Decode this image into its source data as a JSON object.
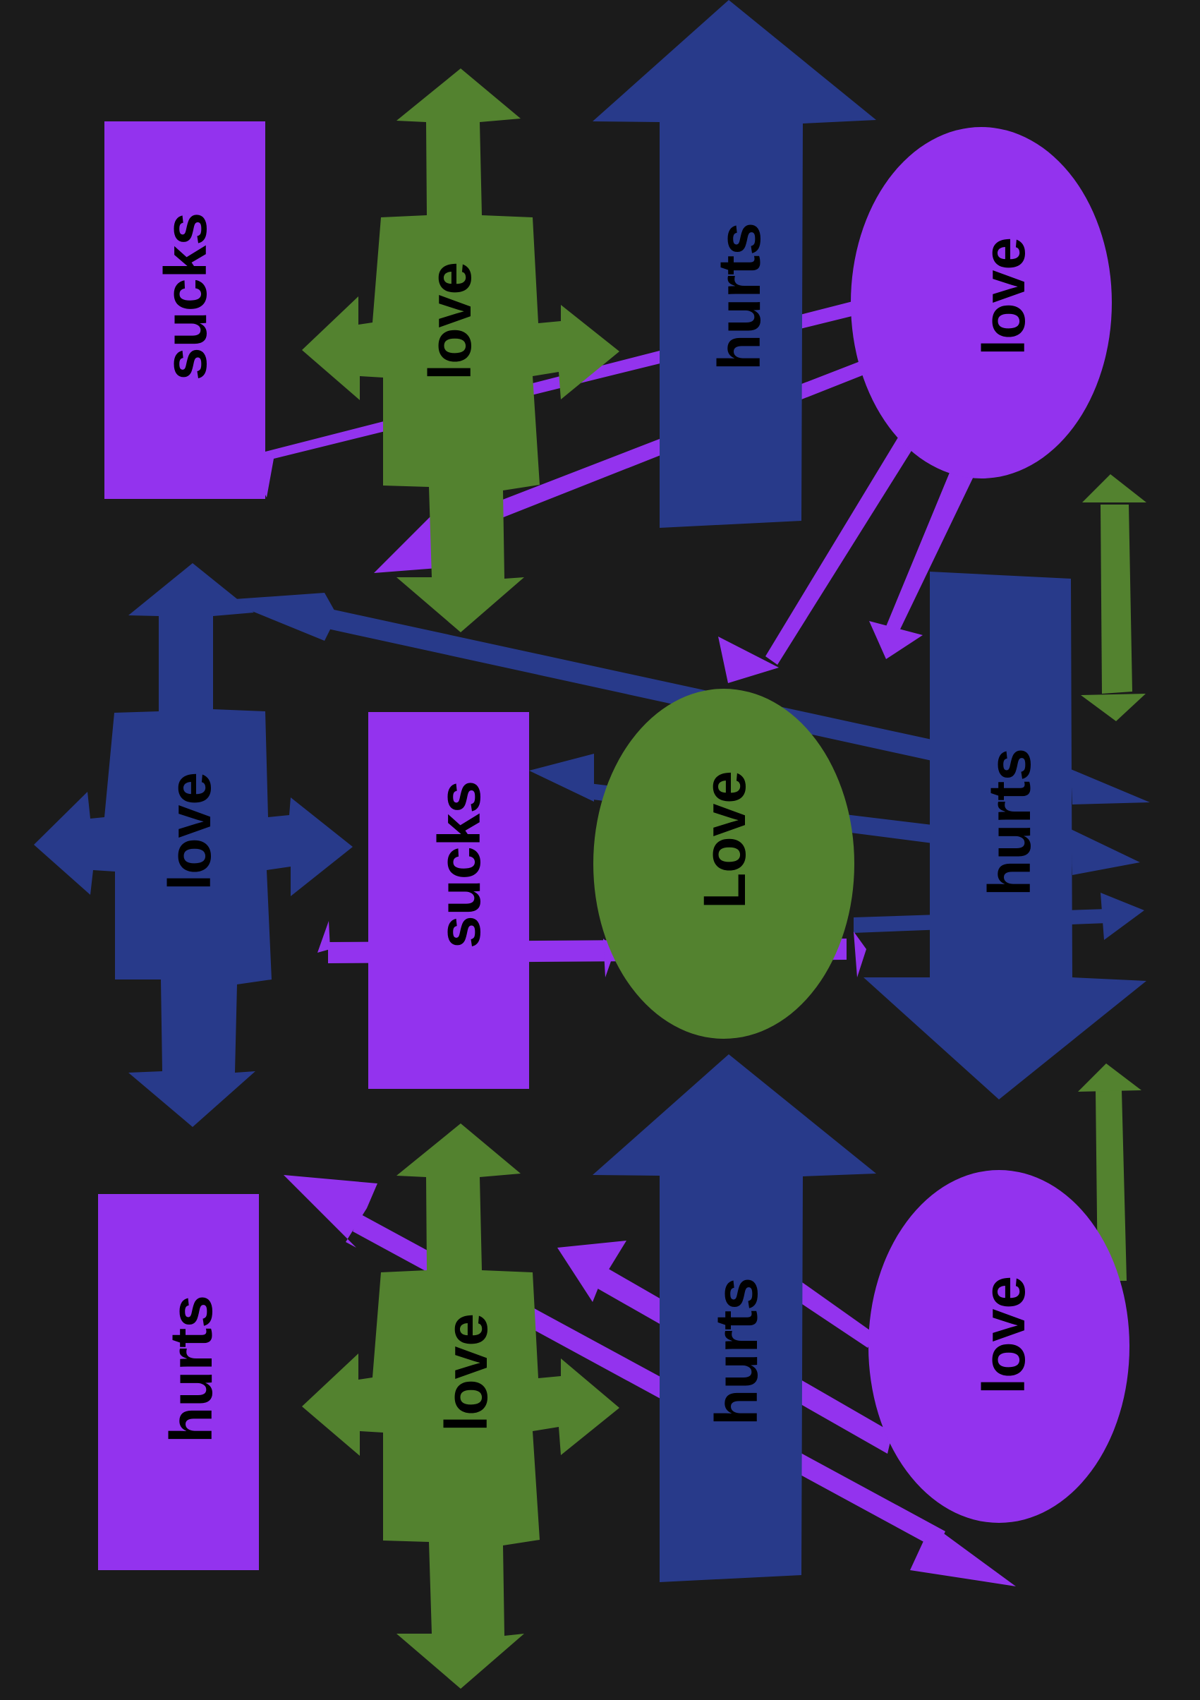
{
  "colors": {
    "background": "#1b1b1b",
    "purple": "#9333ee",
    "blue": "#283a8a",
    "green": "#53822f",
    "text": "#000000"
  },
  "shapes": [
    {
      "id": "sucks-rect-top",
      "label": "sucks",
      "kind": "rectangle",
      "color": "purple"
    },
    {
      "id": "love-cross-top",
      "label": "love",
      "kind": "four-way-arrow",
      "color": "green"
    },
    {
      "id": "hurts-arrow-top",
      "label": "hurts",
      "kind": "up-arrow",
      "color": "blue"
    },
    {
      "id": "love-ellipse-top",
      "label": "love",
      "kind": "ellipse",
      "color": "purple"
    },
    {
      "id": "love-cross-middle",
      "label": "love",
      "kind": "four-way-arrow",
      "color": "blue"
    },
    {
      "id": "sucks-rect-middle",
      "label": "sucks",
      "kind": "rectangle",
      "color": "purple"
    },
    {
      "id": "love-ellipse-middle",
      "label": "Love",
      "kind": "ellipse",
      "color": "green"
    },
    {
      "id": "hurts-arrow-middle",
      "label": "hurts",
      "kind": "down-arrow",
      "color": "blue"
    },
    {
      "id": "hurts-rect-bottom",
      "label": "hurts",
      "kind": "rectangle",
      "color": "purple"
    },
    {
      "id": "love-cross-bottom",
      "label": "love",
      "kind": "four-way-arrow",
      "color": "green"
    },
    {
      "id": "hurts-arrow-bottom",
      "label": "hurts",
      "kind": "up-arrow",
      "color": "blue"
    },
    {
      "id": "love-ellipse-bottom",
      "label": "love",
      "kind": "ellipse",
      "color": "purple"
    }
  ]
}
